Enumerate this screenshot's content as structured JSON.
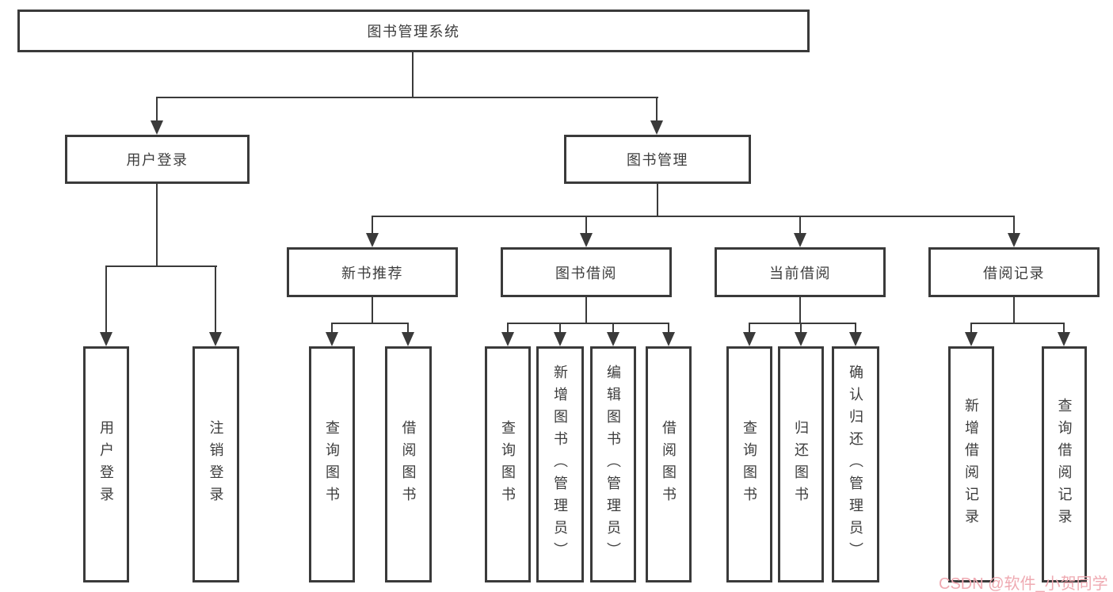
{
  "diagram": {
    "line_color": "#3a3a3a",
    "text_color": "#3d3d3d",
    "background": "#ffffff",
    "nodes": {
      "root": {
        "label": "图书管理系统"
      },
      "user_login": {
        "label": "用户登录"
      },
      "book_mgmt": {
        "label": "图书管理"
      },
      "new_book_rec": {
        "label": "新书推荐"
      },
      "book_borrow": {
        "label": "图书借阅"
      },
      "current_borrow": {
        "label": "当前借阅"
      },
      "borrow_records": {
        "label": "借阅记录"
      },
      "leaf_user_login": {
        "label": "用户登录"
      },
      "leaf_logout": {
        "label": "注销登录"
      },
      "leaf_query_book_1": {
        "label": "查询图书"
      },
      "leaf_borrow_book_1": {
        "label": "借阅图书"
      },
      "leaf_query_book_2": {
        "label": "查询图书"
      },
      "leaf_add_book": {
        "label": "新增图书（管理员）"
      },
      "leaf_edit_book": {
        "label": "编辑图书（管理员）"
      },
      "leaf_borrow_book_2": {
        "label": "借阅图书"
      },
      "leaf_query_book_3": {
        "label": "查询图书"
      },
      "leaf_return_book": {
        "label": "归还图书"
      },
      "leaf_confirm_return": {
        "label": "确认归还（管理员）"
      },
      "leaf_add_record": {
        "label": "新增借阅记录"
      },
      "leaf_query_record": {
        "label": "查询借阅记录"
      }
    },
    "watermark": {
      "text": "CSDN @软件_小贺同学",
      "color": "#efaab2"
    }
  }
}
